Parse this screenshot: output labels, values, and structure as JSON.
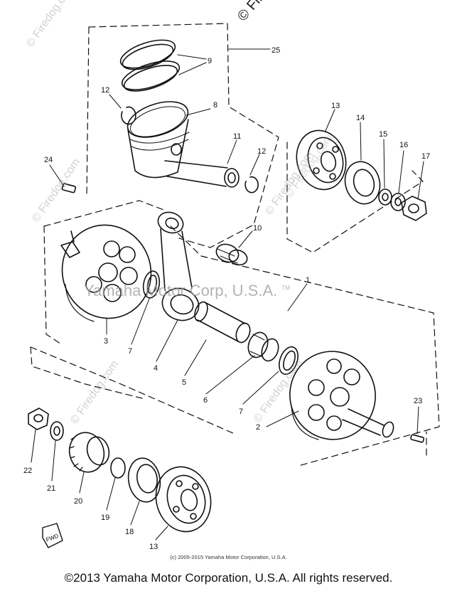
{
  "watermarks": {
    "top_right": "© Firedog",
    "center": "Yamaha Motor Corp, U.S.A.",
    "center_mark": "TM",
    "diagonal": [
      "© Firedog.com",
      "© Firedog.com",
      "© Firedog.com",
      "© Firedog.com",
      "© Firedog.com",
      "© Firedog.com"
    ]
  },
  "labels": [
    "25",
    "9",
    "12",
    "8",
    "11",
    "12",
    "24",
    "13",
    "14",
    "15",
    "16",
    "17",
    "10",
    "1",
    "3",
    "7",
    "4",
    "5",
    "6",
    "7",
    "2",
    "23",
    "22",
    "21",
    "20",
    "19",
    "18",
    "13"
  ],
  "fwd_badge": "FWD",
  "copyright_small": "(c) 2005-2015 Yamaha Motor Corporation, U.S.A.",
  "copyright_main": "©2013 Yamaha Motor Corporation, U.S.A. All rights reserved."
}
